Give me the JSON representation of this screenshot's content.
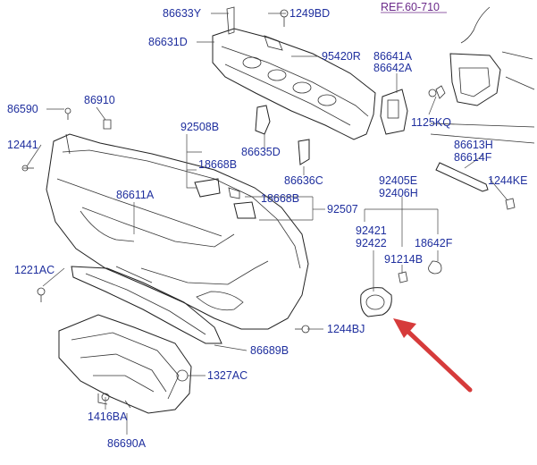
{
  "diagram": {
    "reference": "REF.60-710",
    "arrow_color": "#d63b3b",
    "label_color": "#1f2f9e",
    "labels": {
      "p86633Y": "86633Y",
      "p1249BD": "1249BD",
      "p86631D": "86631D",
      "p95420R": "95420R",
      "p86641A": "86641A",
      "p86642A": "86642A",
      "p86590": "86590",
      "p86910": "86910",
      "p1125KQ": "1125KQ",
      "p12441": "12441",
      "p92508B": "92508B",
      "p18668B_a": "18668B",
      "p86635D": "86635D",
      "p86613H": "86613H",
      "p86614F": "86614F",
      "p1244KE": "1244KE",
      "p86636C": "86636C",
      "p92405E": "92405E",
      "p92406H": "92406H",
      "p86611A": "86611A",
      "p18668B_b": "18668B",
      "p92507": "92507",
      "p92421": "92421",
      "p92422": "92422",
      "p18642F": "18642F",
      "p91214B": "91214B",
      "p1221AC": "1221AC",
      "p1244BJ": "1244BJ",
      "p86689B": "86689B",
      "p1327AC": "1327AC",
      "p1416BA": "1416BA",
      "p86690A": "86690A"
    }
  }
}
